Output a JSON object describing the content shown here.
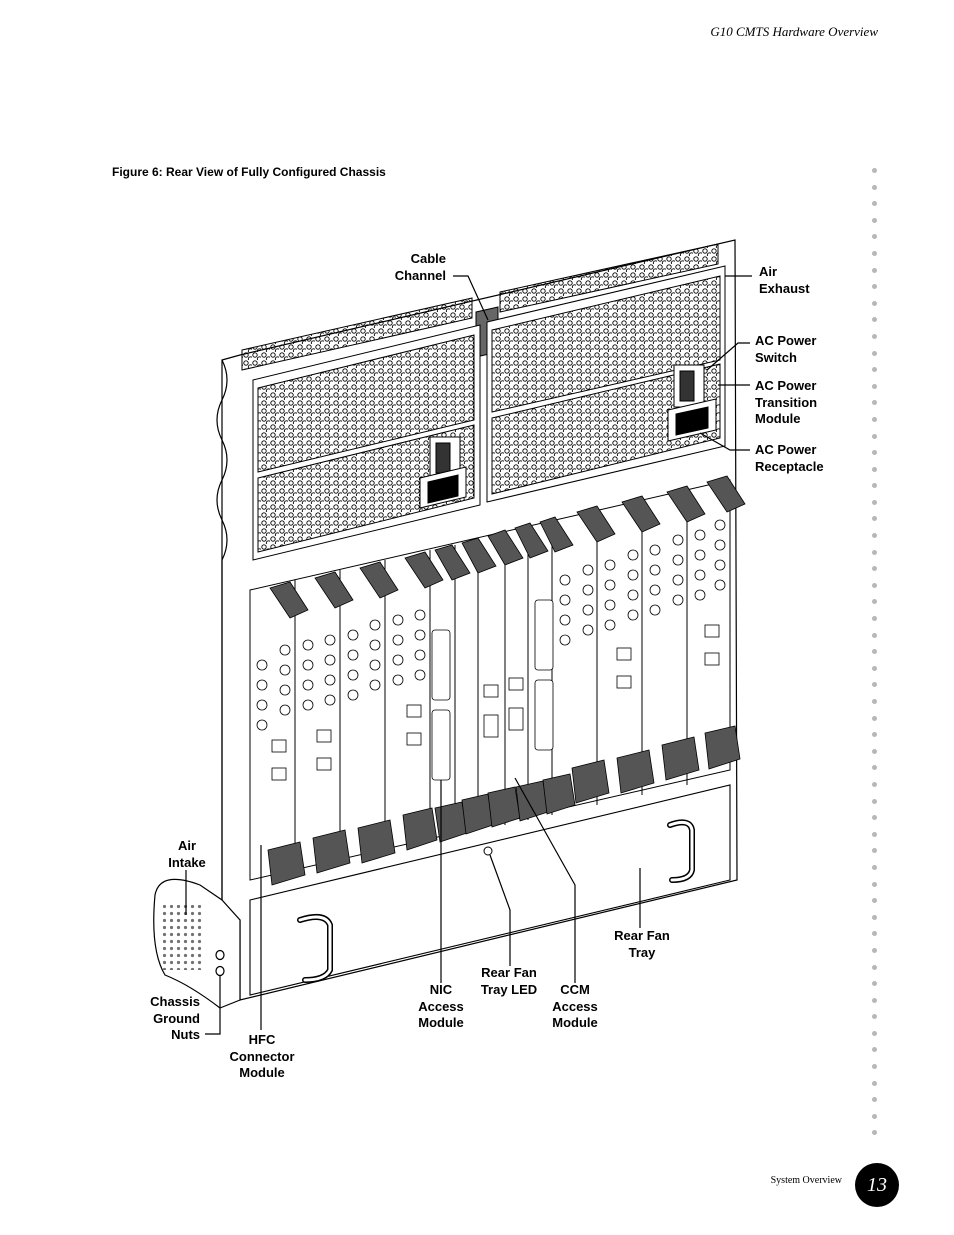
{
  "header": {
    "title": "G10 CMTS Hardware Overview"
  },
  "figure": {
    "caption": "Figure 6:  Rear View of Fully Configured Chassis"
  },
  "callouts": {
    "cable_channel": [
      "Cable",
      "Channel"
    ],
    "air_exhaust": [
      "Air",
      "Exhaust"
    ],
    "ac_power_switch": [
      "AC Power",
      "Switch"
    ],
    "ac_power_transition": [
      "AC Power",
      "Transition",
      "Module"
    ],
    "ac_power_receptacle": [
      "AC Power",
      "Receptacle"
    ],
    "air_intake": [
      "Air",
      "Intake"
    ],
    "chassis_ground_nuts": [
      "Chassis",
      "Ground",
      "Nuts"
    ],
    "hfc_connector": [
      "HFC",
      "Connector",
      "Module"
    ],
    "nic_access": [
      "NIC",
      "Access",
      "Module"
    ],
    "rear_fan_tray_led": [
      "Rear Fan",
      "Tray LED"
    ],
    "ccm_access": [
      "CCM",
      "Access",
      "Module"
    ],
    "rear_fan_tray": [
      "Rear Fan",
      "Tray"
    ]
  },
  "footer": {
    "section": "System Overview",
    "page": "13"
  }
}
